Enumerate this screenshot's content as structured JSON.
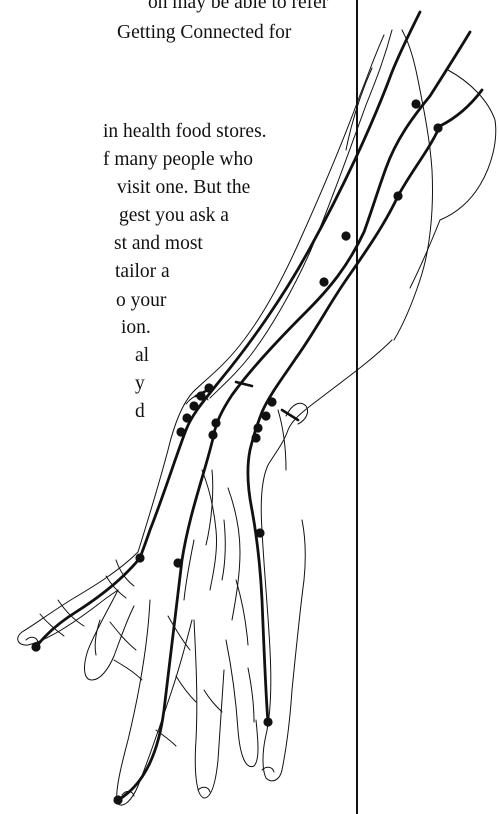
{
  "body_text": {
    "lines": [
      "on may be able to refer",
      "Getting Connected for",
      "in health food stores.",
      "f many people who",
      "visit one. But the",
      "gest you ask a",
      "st and most",
      "tailor a",
      "o your",
      "ion.",
      "al",
      "y",
      "d"
    ]
  },
  "illustration": {
    "subject": "arm-meridian-illustration"
  },
  "colors": {
    "ink": "#111111",
    "background": "#ffffff"
  }
}
